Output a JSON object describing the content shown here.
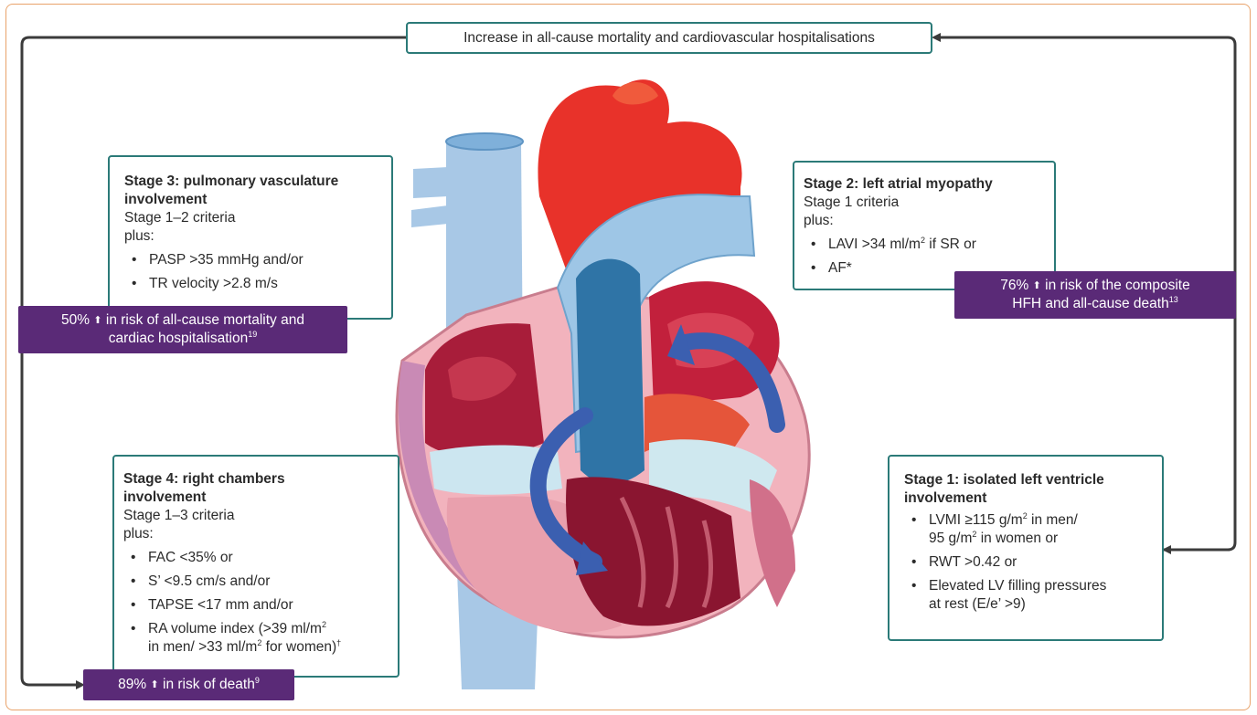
{
  "top_box": {
    "text": "Increase in all-cause mortality and cardiovascular hospitalisations"
  },
  "stage3": {
    "title_line1": "Stage 3: pulmonary vasculature",
    "title_line2": "involvement",
    "criteria": "Stage 1–2 criteria",
    "plus": "plus:",
    "items": [
      "PASP >35 mmHg and/or",
      "TR velocity >2.8 m/s"
    ]
  },
  "stage3_risk": {
    "line1_pre": "50%",
    "line1_post": "in risk of all-cause mortality and",
    "line2": "cardiac hospitalisation",
    "ref": "19"
  },
  "stage2": {
    "title": "Stage 2: left atrial myopathy",
    "criteria": "Stage 1 criteria",
    "plus": "plus:",
    "item1_pre": "LAVI >34 ml/m",
    "item1_sup": "2",
    "item1_post": " if SR or",
    "item2": "AF*"
  },
  "stage2_risk": {
    "line1_pre": "76%",
    "line1_post": "in risk of the composite",
    "line2": "HFH and all-cause death",
    "ref": "13"
  },
  "stage4": {
    "title_line1": "Stage 4: right chambers",
    "title_line2": "involvement",
    "criteria": "Stage 1–3 criteria",
    "plus": "plus:",
    "items": [
      "FAC <35% or",
      "S’ <9.5 cm/s and/or",
      "TAPSE <17 mm and/or"
    ],
    "item4_line1_pre": "RA volume index (>39 ml/m",
    "item4_line1_sup": "2",
    "item4_line2_pre": "in men/ >33 ml/m",
    "item4_line2_sup": "2",
    "item4_line2_post": " for women)",
    "item4_mark": "†"
  },
  "stage4_risk": {
    "pre": "89%",
    "post": "in risk of death",
    "ref": "9"
  },
  "stage1": {
    "title_line1": "Stage 1: isolated left ventricle",
    "title_line2": "involvement",
    "item1_line1_pre": "LVMI  ≥115 g/m",
    "item1_line1_sup": "2",
    "item1_line1_post": " in men/",
    "item1_line2_pre": "95 g/m",
    "item1_line2_sup": "2",
    "item1_line2_post": " in women or",
    "item2": "RWT >0.42 or",
    "item3_line1": "Elevated LV filling pressures",
    "item3_line2": "at rest (E/e’ >9)"
  },
  "bullet": "•",
  "arrow_up": "⬆",
  "colors": {
    "teal": "#2b7a78",
    "purple": "#5a2a77",
    "frame": "#e9a36b",
    "arrow": "#3b3b3b"
  }
}
